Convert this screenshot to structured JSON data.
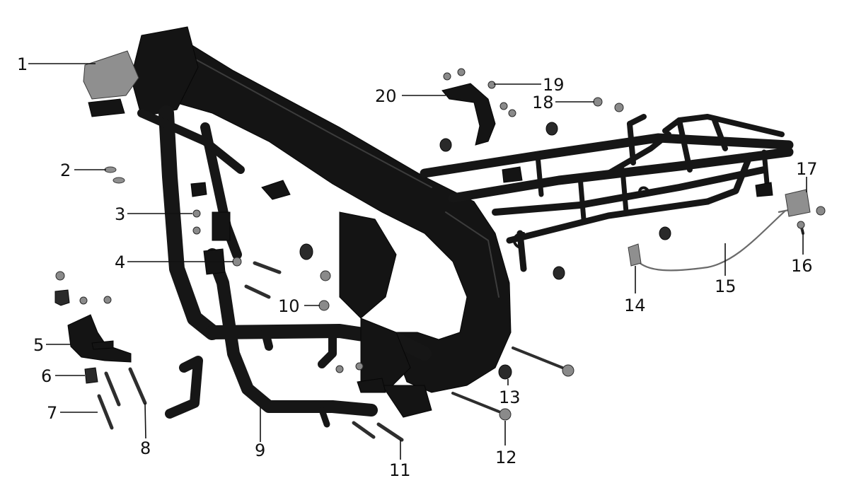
{
  "diagram": {
    "callouts": [
      {
        "number": "1",
        "part": "head-pipe-bracket"
      },
      {
        "number": "2",
        "part": "washer"
      },
      {
        "number": "3",
        "part": "nut"
      },
      {
        "number": "4",
        "part": "bolt"
      },
      {
        "number": "5",
        "part": "bracket"
      },
      {
        "number": "6",
        "part": "collar"
      },
      {
        "number": "7",
        "part": "long-bolt"
      },
      {
        "number": "8",
        "part": "long-bolt"
      },
      {
        "number": "9",
        "part": "lower-frame-rail"
      },
      {
        "number": "10",
        "part": "nut"
      },
      {
        "number": "11",
        "part": "bolt"
      },
      {
        "number": "12",
        "part": "swingarm-pivot-bolt"
      },
      {
        "number": "13",
        "part": "rubber-cushion"
      },
      {
        "number": "14",
        "part": "cable-end"
      },
      {
        "number": "15",
        "part": "cable"
      },
      {
        "number": "16",
        "part": "bolt"
      },
      {
        "number": "17",
        "part": "lock-assembly"
      },
      {
        "number": "18",
        "part": "screw"
      },
      {
        "number": "19",
        "part": "screw"
      },
      {
        "number": "20",
        "part": "bracket"
      }
    ]
  }
}
